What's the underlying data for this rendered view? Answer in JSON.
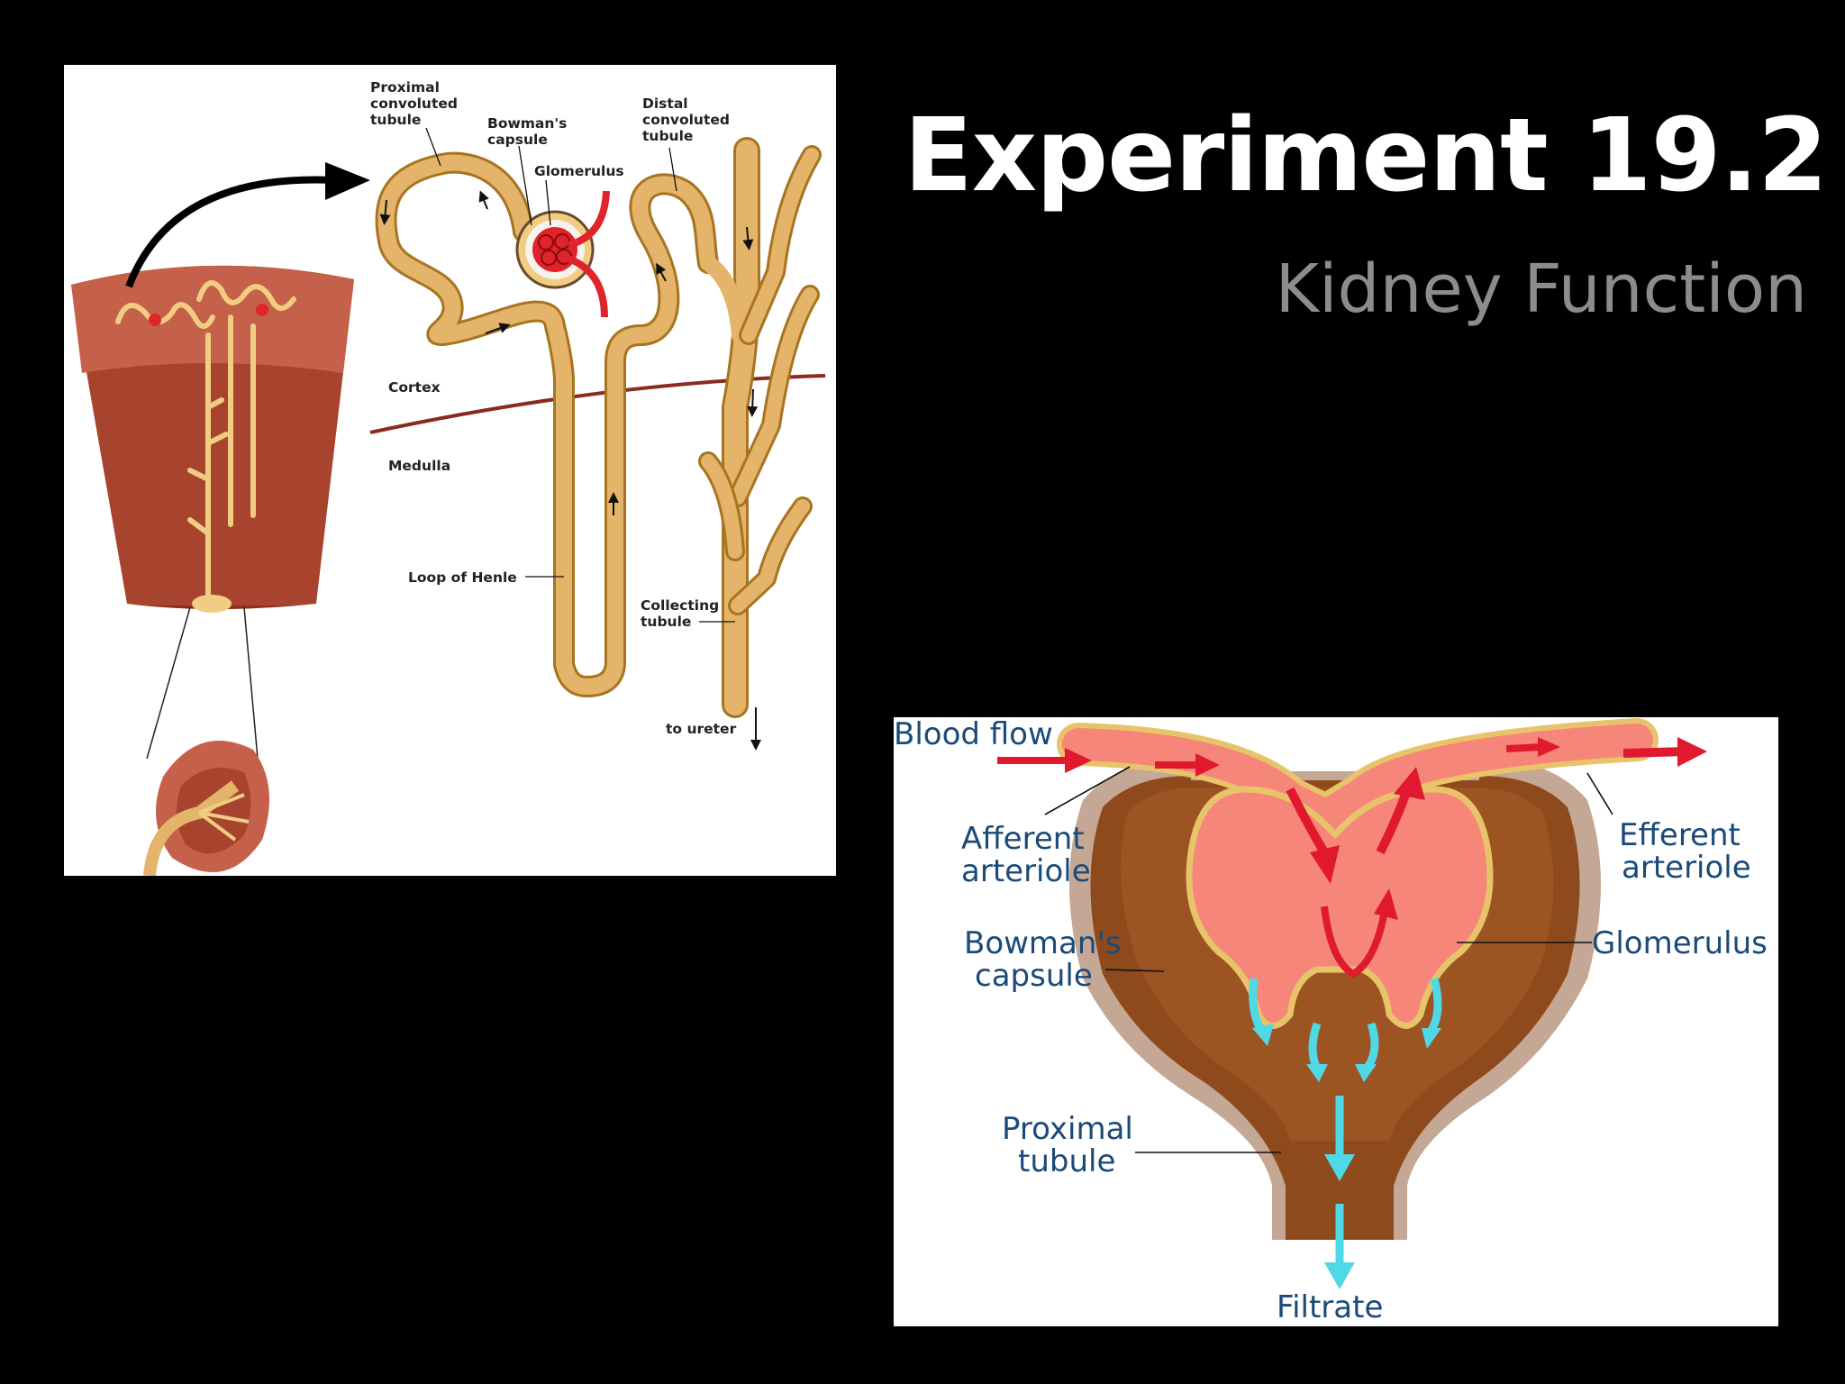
{
  "slide": {
    "title": "Experiment 19.2",
    "subtitle": "Kidney Function"
  },
  "nephron_diagram": {
    "labels": {
      "proximal_1": "Proximal",
      "proximal_2": "convoluted",
      "proximal_3": "tubule",
      "bowmans_1": "Bowman's",
      "bowmans_2": "capsule",
      "glomerulus": "Glomerulus",
      "distal_1": "Distal",
      "distal_2": "convoluted",
      "distal_3": "tubule",
      "cortex": "Cortex",
      "medulla": "Medulla",
      "loop_of_henle": "Loop of Henle",
      "collecting_1": "Collecting",
      "collecting_2": "tubule",
      "to_ureter": "to ureter"
    },
    "colors": {
      "tubule": "#e3b46a",
      "tubule_edge": "#a8741f",
      "tissue": "#a8442e",
      "cortex_line": "#8b2a1e",
      "blood": "#e0242b"
    }
  },
  "glomerulus_diagram": {
    "labels": {
      "blood_flow": "Blood flow",
      "afferent_1": "Afferent",
      "afferent_2": "arteriole",
      "efferent_1": "Efferent",
      "efferent_2": "arteriole",
      "bowmans_1": "Bowman's",
      "bowmans_2": "capsule",
      "glomerulus": "Glomerulus",
      "proximal_1": "Proximal",
      "proximal_2": "tubule",
      "filtrate": "Filtrate"
    },
    "colors": {
      "capsule_outer": "#c4a794",
      "capsule": "#8e4a1c",
      "blood": "#f7867a",
      "arrow_red": "#e0192f",
      "arrow_cyan": "#4fd9e6",
      "label_text": "#1b4a78"
    }
  }
}
